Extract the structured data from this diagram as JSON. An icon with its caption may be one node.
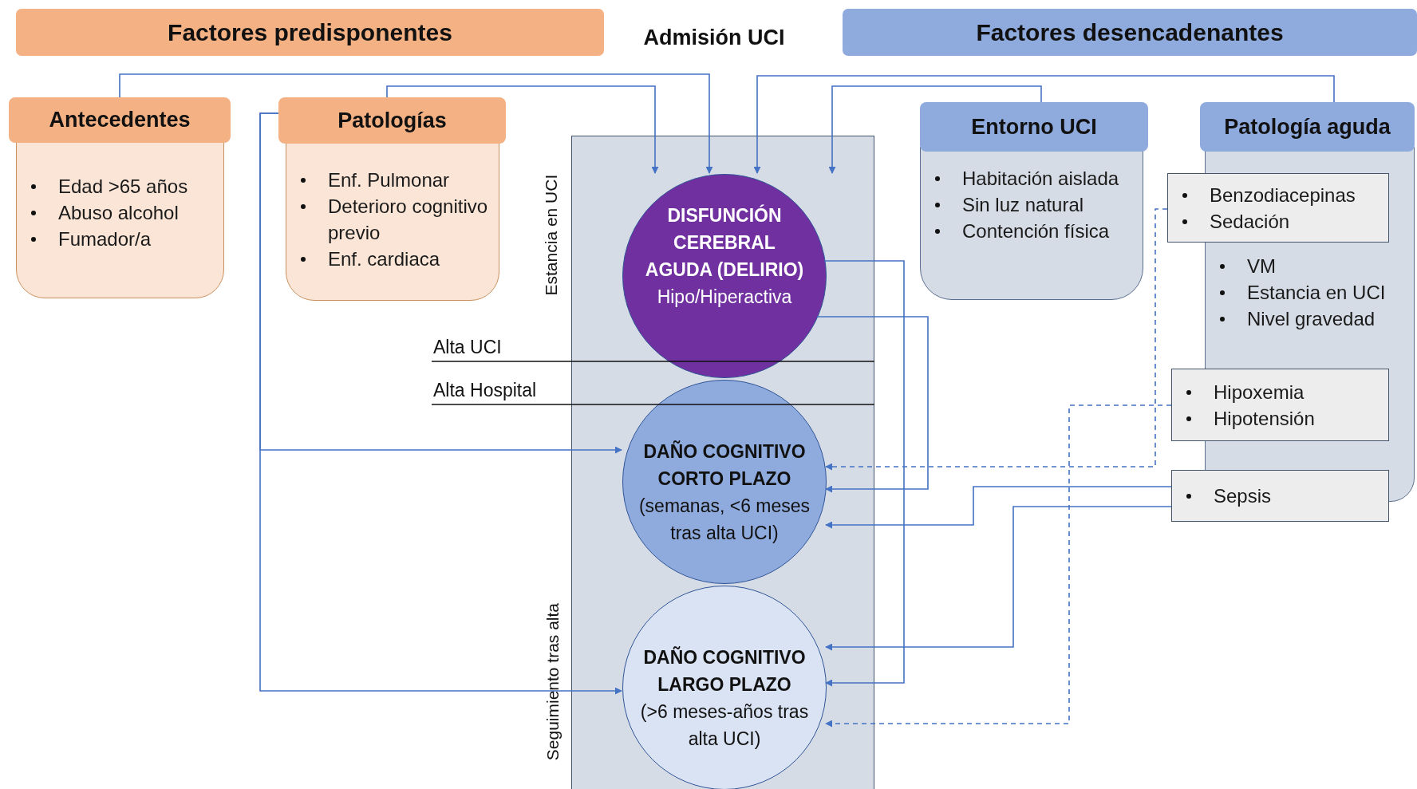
{
  "diagram": {
    "nodes": [
      {
        "text": [
          "Factores predisponentes"
        ]
      },
      {
        "text": [
          "Factores desencadenantes"
        ]
      },
      {
        "text": [
          "Antecedentes",
          "Edad >65 años",
          "Abuso alcohol",
          "Fumador/a"
        ]
      },
      {
        "text": [
          "Patologías",
          "Enf. Pulmonar",
          "Deterioro cognitivo previo",
          "Enf. cardiaca"
        ]
      },
      {
        "text": [],
        "shape": "box"
      },
      {
        "text": [
          "DISFUNCIÓN CEREBRAL AGUDA (DELIRIO)",
          "Hipo/Hiperactiva"
        ],
        "in": 4
      },
      {
        "text": [
          "DAÑO COGNITIVO CORTO PLAZO",
          "(semanas, <6 meses tras alta UCI)"
        ],
        "in": 4
      },
      {
        "text": [
          "DAÑO COGNITIVO LARGO PLAZO",
          "(>6 meses-años tras alta UCI)"
        ],
        "in": 4
      },
      {
        "text": [
          "Entorno UCI",
          "Habitación aislada",
          "Sin luz natural",
          "Contención física"
        ]
      },
      {
        "text": [
          "Patología aguda",
          "VM",
          "Estancia en UCI",
          "Nivel gravedad"
        ]
      },
      {
        "text": [
          "Benzodiacepinas",
          "Sedación"
        ]
      },
      {
        "text": [
          "Hipoxemia",
          "Hipotensión"
        ]
      },
      {
        "text": [
          "Sepsis"
        ]
      }
    ],
    "edges": [
      {
        "from": 2,
        "to": 5,
        "arrow": "to"
      },
      {
        "from": 3,
        "to": 5,
        "arrow": "to"
      },
      {
        "from": 9,
        "to": 5,
        "arrow": "to"
      },
      {
        "from": 8,
        "to": 5,
        "arrow": "to"
      },
      {
        "from": 3,
        "to": 6,
        "arrow": "to"
      },
      {
        "from": 3,
        "to": 7,
        "arrow": "to"
      },
      {
        "from": 5,
        "to": 7,
        "arrow": "to"
      },
      {
        "from": 5,
        "to": 6,
        "arrow": "to"
      },
      {
        "from": 10,
        "to": 6,
        "arrow": "to",
        "style": "dashed"
      },
      {
        "from": 11,
        "to": 7,
        "arrow": "to",
        "style": "dashed"
      },
      {
        "from": 12,
        "to": 6,
        "arrow": "to"
      },
      {
        "from": 12,
        "to": 7,
        "arrow": "to"
      }
    ],
    "labels": [
      "Admisión UCI",
      "Estancia en UCI",
      "Alta UCI",
      "Alta Hospital",
      "Seguimiento tras alta"
    ]
  }
}
